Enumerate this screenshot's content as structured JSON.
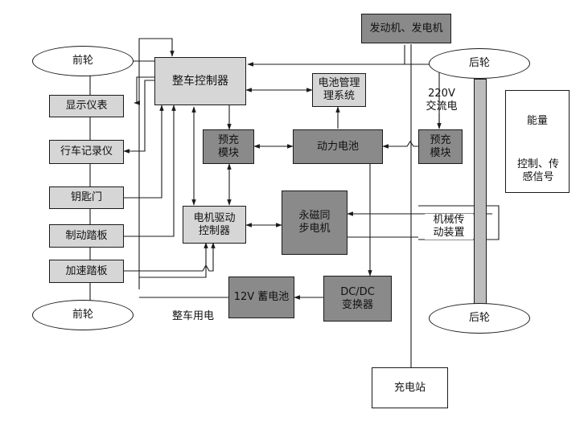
{
  "colors": {
    "light_box": "#d6d6d6",
    "dark_box": "#8a8a8a",
    "line": "#1a1a1a"
  },
  "nodes": {
    "vehicle_controller": "整车控制器",
    "bms": "电池管理\n理系统",
    "display": "显示仪表",
    "recorder": "行车记录仪",
    "key_door": "钥匙门",
    "brake_pedal": "制动踏板",
    "accel_pedal": "加速踏板",
    "precharge_left": "预充\n模块",
    "power_battery": "动力电池",
    "precharge_right": "预充\n模块",
    "motor_controller": "电机驱动\n控制器",
    "pm_motor": "永磁同\n步电机",
    "battery_12v": "12V 蓄电池",
    "dcdc": "DC/DC\n变换器",
    "engine_generator": "发动机、发电机",
    "charging_station": "充电站",
    "front_wheel_top": "前轮",
    "front_wheel_bottom": "前轮",
    "rear_wheel_top": "后轮",
    "rear_wheel_bottom": "后轮"
  },
  "labels": {
    "ac_220v": "220V\n交流电",
    "mechanical_transmission": "机械传\n动装置",
    "vehicle_power": "整车用电"
  },
  "legend": {
    "energy": "能量",
    "control_signal": "控制、传\n感信号"
  }
}
